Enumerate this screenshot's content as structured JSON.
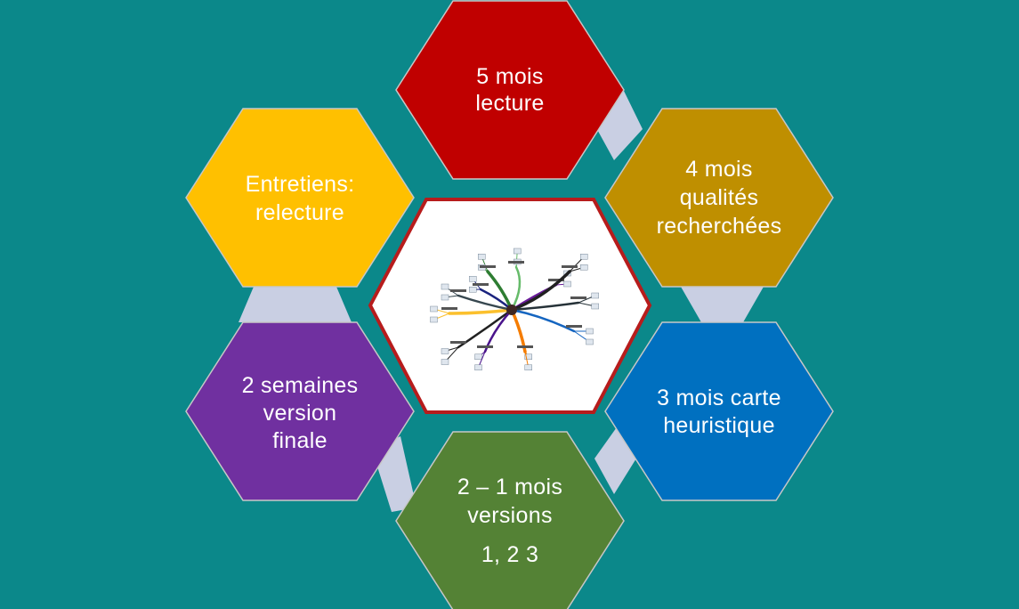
{
  "colors": {
    "background": "#0b888a",
    "connector": "#c9cfe3",
    "hex_stroke": "#c7c7c7",
    "center_fill": "#ffffff",
    "center_border": "#b71c1c"
  },
  "center": {
    "content": "mind-map-image"
  },
  "steps": [
    {
      "key": "top",
      "color": "#c00000",
      "lines": [
        "5 mois",
        "lecture"
      ]
    },
    {
      "key": "upper-right",
      "color": "#bf8f00",
      "lines": [
        "4 mois",
        "qualités",
        "recherchées"
      ]
    },
    {
      "key": "lower-right",
      "color": "#0070c0",
      "lines": [
        "3 mois carte",
        "heuristique"
      ]
    },
    {
      "key": "bottom",
      "color": "#548235",
      "lines": [
        "2 – 1 mois",
        "versions",
        "1, 2 3"
      ]
    },
    {
      "key": "lower-left",
      "color": "#7030a0",
      "lines": [
        "2 semaines",
        "version",
        "finale"
      ]
    },
    {
      "key": "upper-left",
      "color": "#ffc000",
      "lines": [
        "Entretiens:",
        "relecture"
      ]
    }
  ]
}
